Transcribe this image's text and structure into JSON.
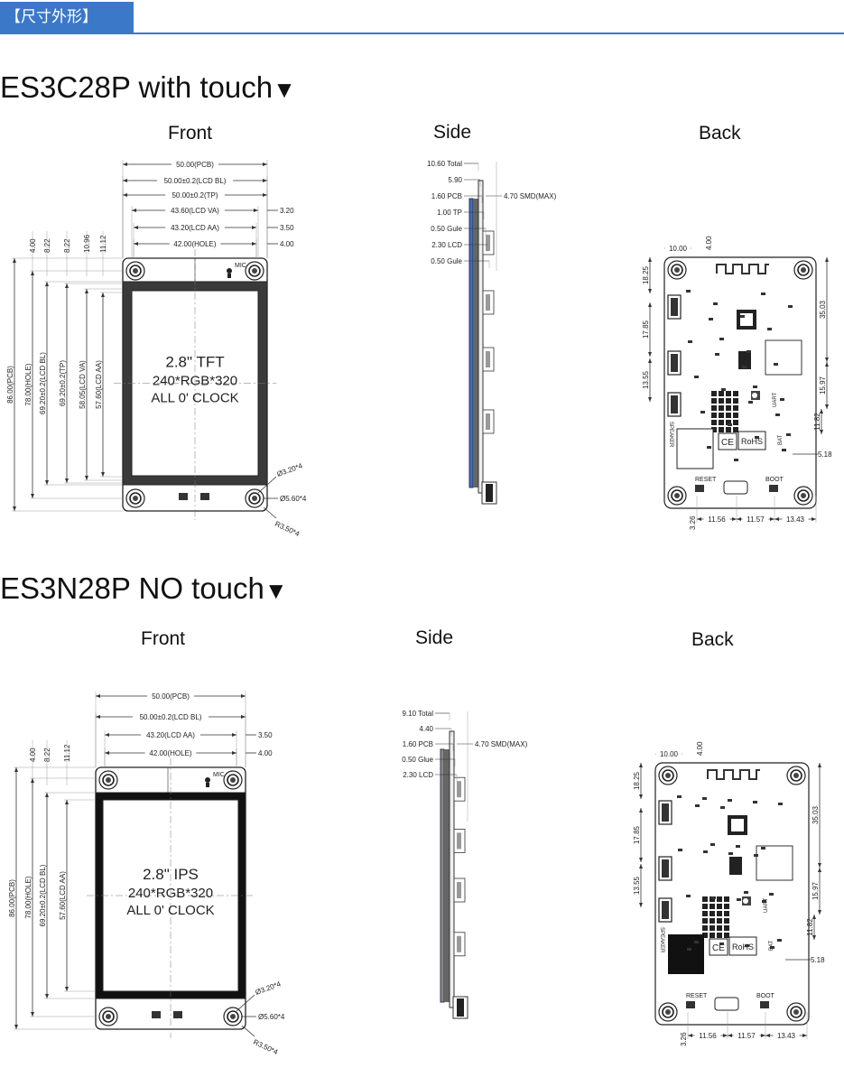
{
  "header": {
    "tag": "【尺寸外形】",
    "accent": "#3c78c8"
  },
  "sections": [
    {
      "title": "ES3C28P with touch",
      "arrow": "▼",
      "views": {
        "front": "Front",
        "side": "Side",
        "back": "Back"
      },
      "front": {
        "top_dims": [
          "50.00(PCB)",
          "50.00±0.2(LCD BL)",
          "50.00±0.2(TP)",
          "43.60(LCD VA)",
          "43.20(LCD AA)",
          "42.00(HOLE)"
        ],
        "right_dims": [
          "3.20",
          "3.50",
          "4.00"
        ],
        "left_top_dims": [
          "4.00",
          "8.22",
          "8.22",
          "10.96",
          "11.12"
        ],
        "left_dims": [
          "86.00(PCB)",
          "78.00(HOLE)",
          "69.20±0.2(LCD BL)",
          "69.20±0.2(TP)",
          "58.05(LCD VA)",
          "57.60(LCD AA)"
        ],
        "mic": "MIC",
        "screen_lines": [
          "2.8\" TFT",
          "240*RGB*320",
          "ALL 0' CLOCK"
        ],
        "hole_dims": [
          "Ø3.20*4",
          "Ø5.60*4",
          "R3.50*4"
        ]
      },
      "side": {
        "dims": [
          "10.60 Total",
          "5.90",
          "1.60 PCB",
          "1.00 TP",
          "0.50 Gule",
          "2.30 LCD",
          "0.50 Gule"
        ],
        "smd": "4.70 SMD(MAX)"
      },
      "back": {
        "dims": [
          "10.00",
          "4.00",
          "18.25",
          "35.03",
          "17.85",
          "13.55",
          "15.97",
          "11.82",
          "5.18",
          "3.26",
          "11.56",
          "11.57",
          "13.43"
        ],
        "labels": [
          "RESET",
          "BOOT",
          "SPEAKER",
          "UART",
          "BAT"
        ]
      }
    },
    {
      "title": "ES3N28P NO touch",
      "arrow": "▼",
      "views": {
        "front": "Front",
        "side": "Side",
        "back": "Back"
      },
      "front": {
        "top_dims": [
          "50.00(PCB)",
          "50.00±0.2(LCD BL)",
          "43.20(LCD AA)",
          "42.00(HOLE)"
        ],
        "right_dims": [
          "3.50",
          "4.00"
        ],
        "left_top_dims": [
          "4.00",
          "8.22",
          "11.12"
        ],
        "left_dims": [
          "86.00(PCB)",
          "78.00(HOLE)",
          "69.20±0.2(LCD BL)",
          "57.60(LCD AA)"
        ],
        "mic": "MIC",
        "screen_lines": [
          "2.8\" IPS",
          "240*RGB*320",
          "ALL 0' CLOCK"
        ],
        "hole_dims": [
          "Ø3.20*4",
          "Ø5.60*4",
          "R3.50*4"
        ]
      },
      "side": {
        "dims": [
          "9.10 Total",
          "4.40",
          "1.60 PCB",
          "0.50 Glue",
          "2.30 LCD"
        ],
        "smd": "4.70 SMD(MAX)"
      },
      "back": {
        "dims": [
          "10.00",
          "4.00",
          "18.25",
          "35.03",
          "17.85",
          "13.55",
          "15.97",
          "11.82",
          "5.18",
          "3.26",
          "11.56",
          "11.57",
          "13.43"
        ],
        "labels": [
          "RESET",
          "BOOT",
          "SPEAKER",
          "UART",
          "BAT"
        ]
      }
    }
  ]
}
